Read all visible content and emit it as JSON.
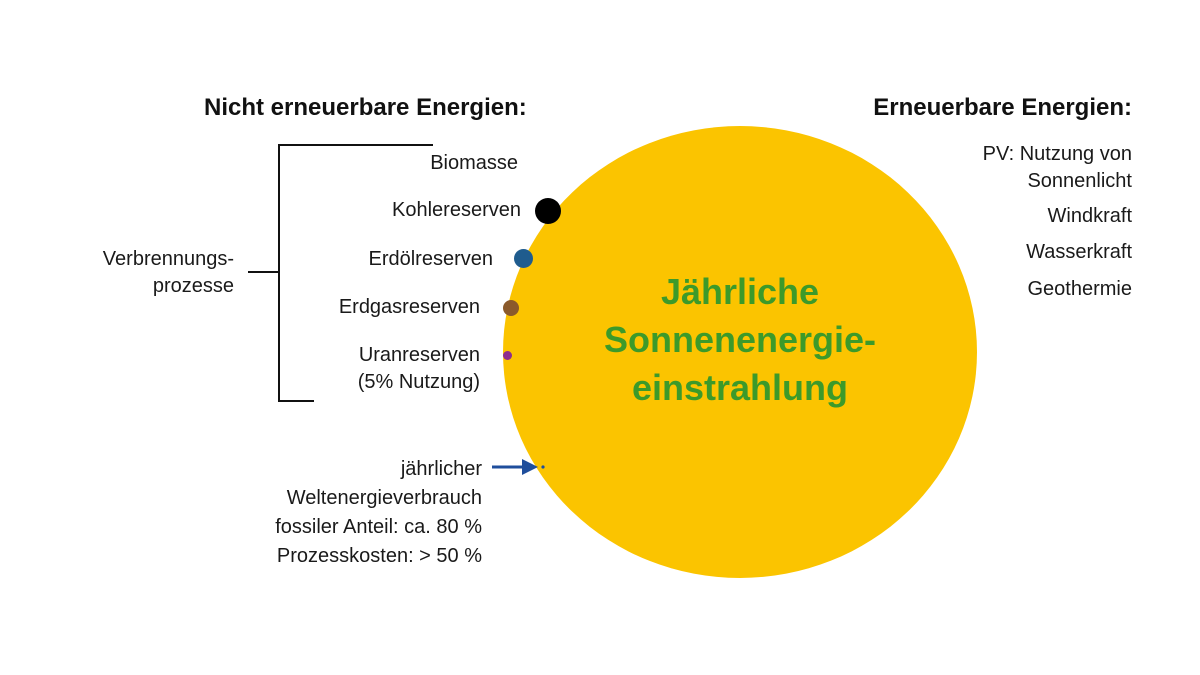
{
  "left_heading": "Nicht erneuerbare Energien:",
  "right_heading": "Erneuerbare Energien:",
  "combustion_label": [
    "Verbrennungs-",
    "prozesse"
  ],
  "non_renewables": {
    "biomass": "Biomasse",
    "coal": "Kohlereserven",
    "oil": "Erdölreserven",
    "gas": "Erdgasreserven",
    "uranium": [
      "Uranreserven",
      "(5% Nutzung)"
    ]
  },
  "renewables": {
    "pv": [
      "PV: Nutzung von",
      "Sonnenlicht"
    ],
    "wind": "Windkraft",
    "hydro": "Wasserkraft",
    "geo": "Geothermie"
  },
  "sun_title": [
    "Jährliche",
    "Sonnenenergie-",
    "einstrahlung"
  ],
  "consumption": [
    "jährlicher",
    "Welt­energie­verbrauch",
    "fossiler Anteil: ca. 80 %",
    "Prozesskosten: > 50 %"
  ],
  "colors": {
    "sun": "#FBC400",
    "sun_text": "#3C9A2A",
    "coal": "#000000",
    "oil": "#1F5C8E",
    "gas": "#8B5A2B",
    "uranium": "#8E2E8E",
    "arrow": "#1F4E9C"
  },
  "icons": {
    "coal": "coal-reserve-circle",
    "oil": "oil-reserve-circle",
    "gas": "gas-reserve-circle",
    "uranium": "uranium-reserve-circle",
    "arrow": "arrow-right-icon"
  }
}
